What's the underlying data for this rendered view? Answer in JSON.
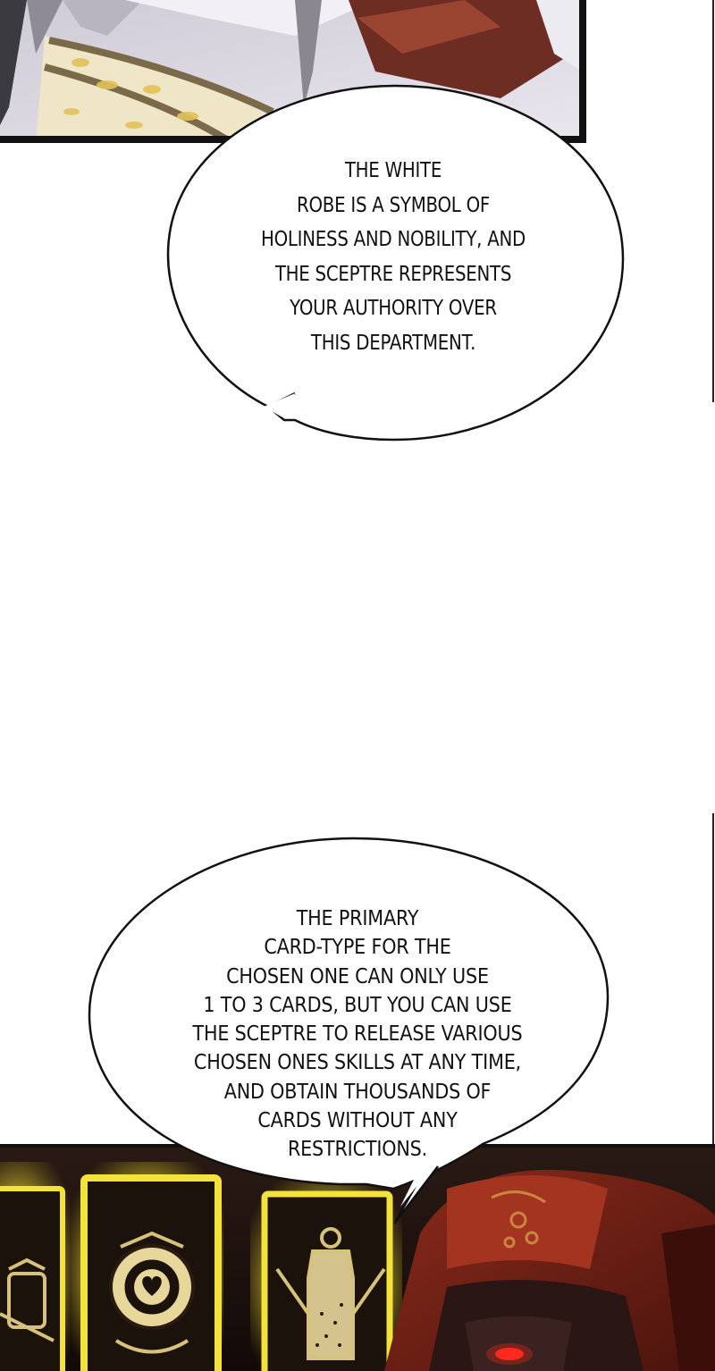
{
  "comic": {
    "panels": [
      {
        "name": "top-panel",
        "description_icon": "character-robe-icon"
      },
      {
        "name": "bottom-panel",
        "description_icon": "tarot-cards-icon"
      }
    ],
    "bubbles": [
      {
        "lines": [
          "THE WHITE",
          "ROBE IS A SYMBOL OF",
          "HOLINESS AND NOBILITY, AND",
          "THE SCEPTRE REPRESENTS",
          "YOUR AUTHORITY OVER",
          "THIS DEPARTMENT."
        ]
      },
      {
        "lines": [
          "THE PRIMARY",
          "CARD-TYPE FOR THE",
          "CHOSEN ONE CAN ONLY USE",
          "1 TO 3 CARDS, BUT YOU CAN USE",
          "THE SCEPTRE TO RELEASE VARIOUS",
          "CHOSEN ONES SKILLS AT ANY TIME,",
          "AND OBTAIN THOUSANDS OF",
          "CARDS WITHOUT ANY",
          "RESTRICTIONS."
        ]
      }
    ]
  },
  "colors": {
    "panel_border": "#111111",
    "glow": "#f3e23a",
    "card_gold": "#d6c27a",
    "hood_red": "#7a2418",
    "eye_red": "#ff2a1a"
  }
}
